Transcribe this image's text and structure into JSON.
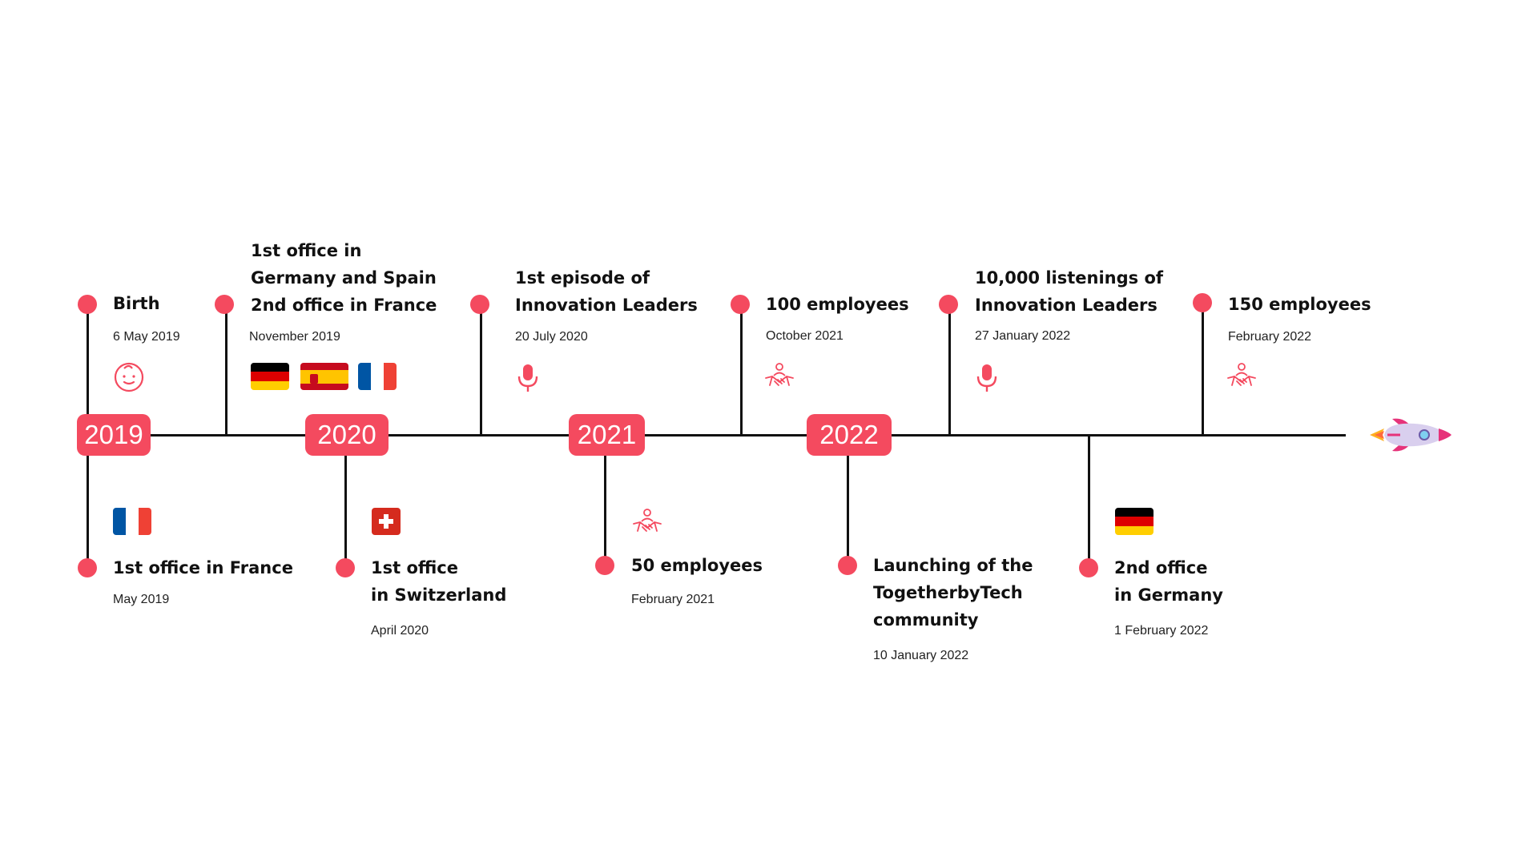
{
  "colors": {
    "accent": "#f44a5f",
    "line": "#111111",
    "text": "#111111",
    "background": "#ffffff"
  },
  "years": [
    "2019",
    "2020",
    "2021",
    "2022"
  ],
  "events": [
    {
      "title": [
        "Birth"
      ],
      "date": "6 May 2019",
      "icon": "baby-icon"
    },
    {
      "title": [
        "1st office in",
        "Germany and Spain",
        "2nd office in France"
      ],
      "date": "November 2019",
      "icon": "flags-germany-spain-france"
    },
    {
      "title": [
        "1st episode of",
        "Innovation Leaders"
      ],
      "date": "20 July 2020",
      "icon": "microphone-icon"
    },
    {
      "title": [
        "100 employees"
      ],
      "date": "October 2021",
      "icon": "handshake-icon"
    },
    {
      "title": [
        "10,000 listenings of",
        "Innovation Leaders"
      ],
      "date": "27 January 2022",
      "icon": "microphone-icon"
    },
    {
      "title": [
        "150 employees"
      ],
      "date": "February 2022",
      "icon": "handshake-icon"
    },
    {
      "title": [
        "1st office in France"
      ],
      "date": "May 2019",
      "icon": "flag-france"
    },
    {
      "title": [
        "1st office",
        "in Switzerland"
      ],
      "date": "April 2020",
      "icon": "flag-switzerland"
    },
    {
      "title": [
        "50 employees"
      ],
      "date": "February 2021",
      "icon": "handshake-icon"
    },
    {
      "title": [
        "Launching of the",
        "TogetherbyTech",
        "community"
      ],
      "date": "10 January 2022",
      "icon": "handshake-icon"
    },
    {
      "title": [
        "2nd office",
        "in Germany"
      ],
      "date": "1 February 2022",
      "icon": "flag-germany"
    }
  ],
  "end_icon": "rocket-icon"
}
